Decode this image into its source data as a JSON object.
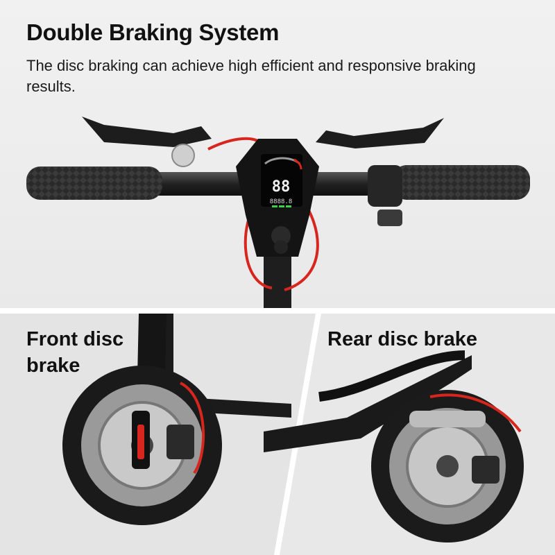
{
  "header": {
    "title": "Double Braking System",
    "subtitle": "The disc braking can achieve high efficient and responsive braking results."
  },
  "display": {
    "speed_digits": "88",
    "odometer": "8888.8"
  },
  "panels": {
    "front_label": "Front disc brake",
    "rear_label": "Rear disc brake"
  },
  "colors": {
    "background": "#efefef",
    "text": "#111111",
    "cable_red": "#d7261e",
    "scooter_body": "#1c1c1c"
  }
}
